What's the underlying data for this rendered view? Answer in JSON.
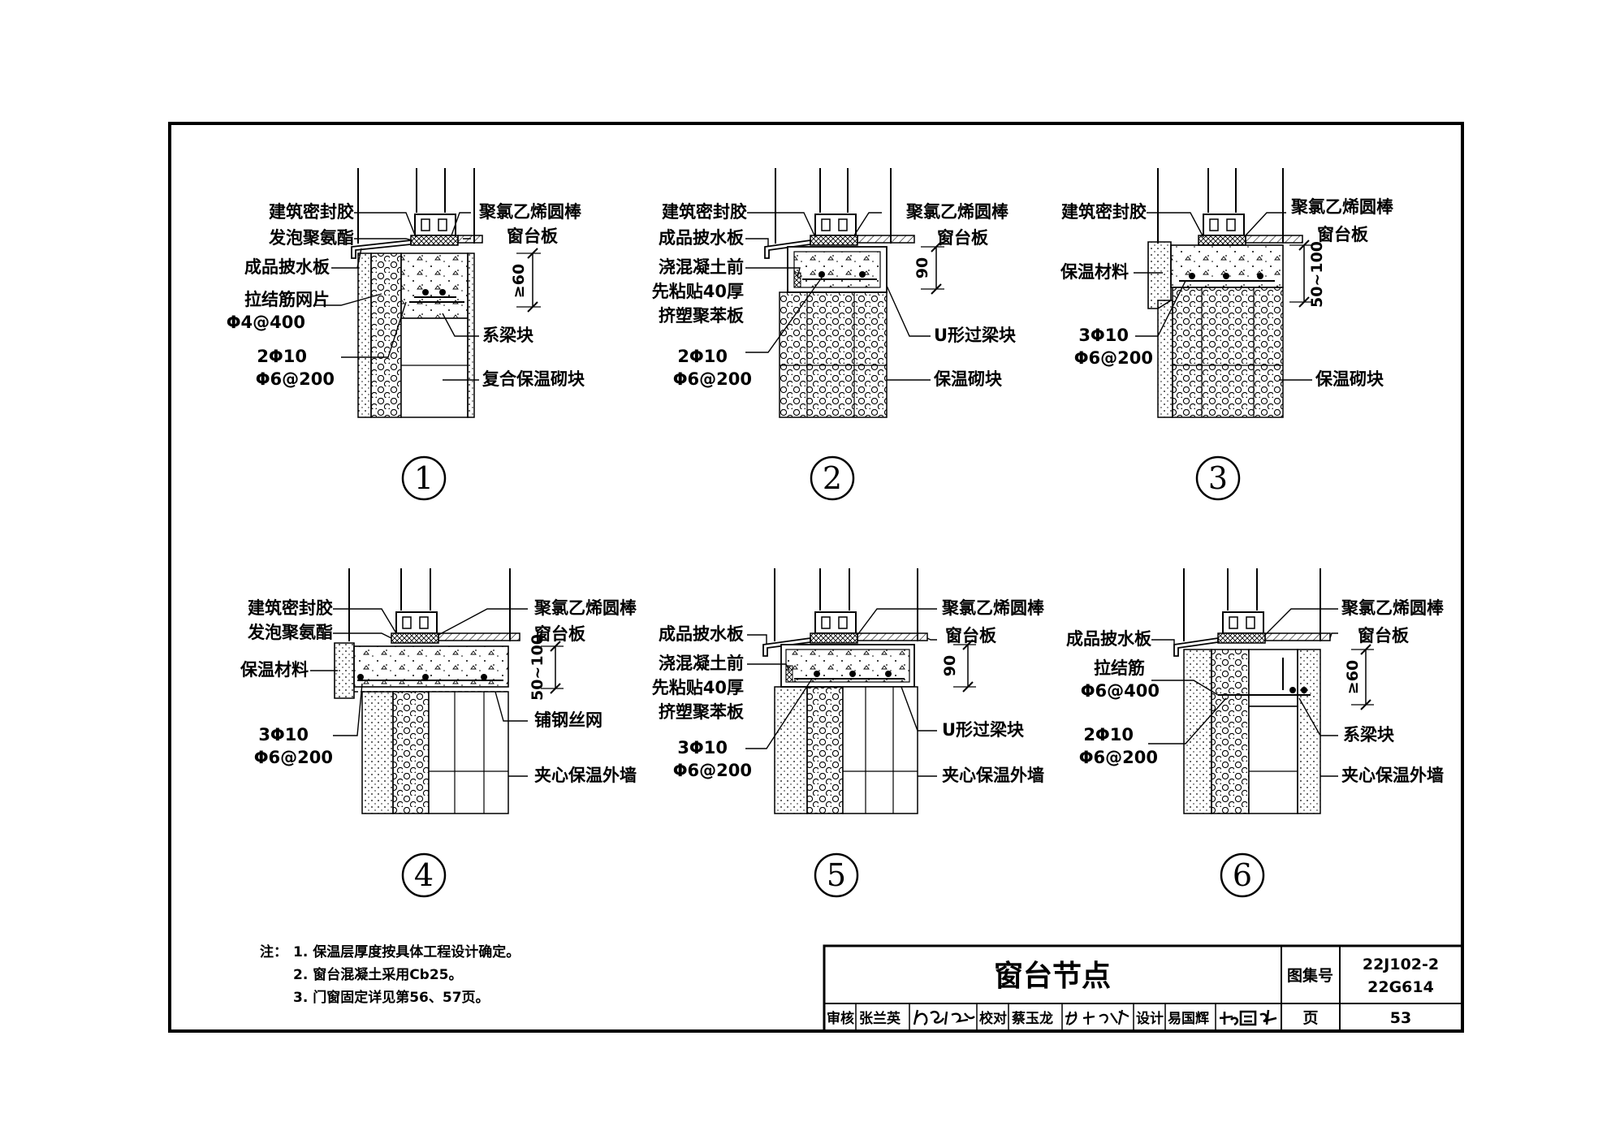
{
  "details": [
    {
      "number": "1",
      "labels_left": [
        "建筑密封胶",
        "发泡聚氨酯",
        "成品披水板",
        "拉结筋网片",
        "Φ4@400",
        "2Φ10",
        "Φ6@200"
      ],
      "labels_right": [
        "聚氯乙烯圆棒",
        "窗台板",
        "系梁块",
        "复合保温砌块"
      ],
      "dimension": "≥60"
    },
    {
      "number": "2",
      "labels_left": [
        "建筑密封胶",
        "成品披水板",
        "浇混凝土前",
        "先粘贴40厚",
        "挤塑聚苯板",
        "2Φ10",
        "Φ6@200"
      ],
      "labels_right": [
        "聚氯乙烯圆棒",
        "窗台板",
        "U形过梁块",
        "保温砌块"
      ],
      "dimension": "90"
    },
    {
      "number": "3",
      "labels_left": [
        "建筑密封胶",
        "保温材料",
        "3Φ10",
        "Φ6@200"
      ],
      "labels_right": [
        "聚氯乙烯圆棒",
        "窗台板",
        "保温砌块"
      ],
      "dimension": "50~100"
    },
    {
      "number": "4",
      "labels_left": [
        "建筑密封胶",
        "发泡聚氨酯",
        "保温材料",
        "3Φ10",
        "Φ6@200"
      ],
      "labels_right": [
        "聚氯乙烯圆棒",
        "窗台板",
        "铺钢丝网",
        "夹心保温外墙"
      ],
      "dimension": "50~100"
    },
    {
      "number": "5",
      "labels_left": [
        "成品披水板",
        "浇混凝土前",
        "先粘贴40厚",
        "挤塑聚苯板",
        "3Φ10",
        "Φ6@200"
      ],
      "labels_right": [
        "聚氯乙烯圆棒",
        "窗台板",
        "U形过梁块",
        "夹心保温外墙"
      ],
      "dimension": "90"
    },
    {
      "number": "6",
      "labels_left": [
        "成品披水板",
        "拉结筋",
        "Φ6@400",
        "2Φ10",
        "Φ6@200"
      ],
      "labels_right": [
        "聚氯乙烯圆棒",
        "窗台板",
        "系梁块",
        "夹心保温外墙"
      ],
      "dimension": "≥60"
    }
  ],
  "notes": {
    "prefix": "注：",
    "items": [
      "1. 保温层厚度按具体工程设计确定。",
      "2. 窗台混凝土采用Cb25。",
      "3. 门窗固定详见第56、57页。"
    ]
  },
  "title_block": {
    "title": "窗台节点",
    "atlas_label": "图集号",
    "atlas_no_1": "22J102-2",
    "atlas_no_2": "22G614",
    "page_label": "页",
    "page_no": "53",
    "review_label": "审核",
    "review_name": "张兰英",
    "check_label": "校对",
    "check_name": "蔡玉龙",
    "design_label": "设计",
    "design_name": "易国辉"
  }
}
